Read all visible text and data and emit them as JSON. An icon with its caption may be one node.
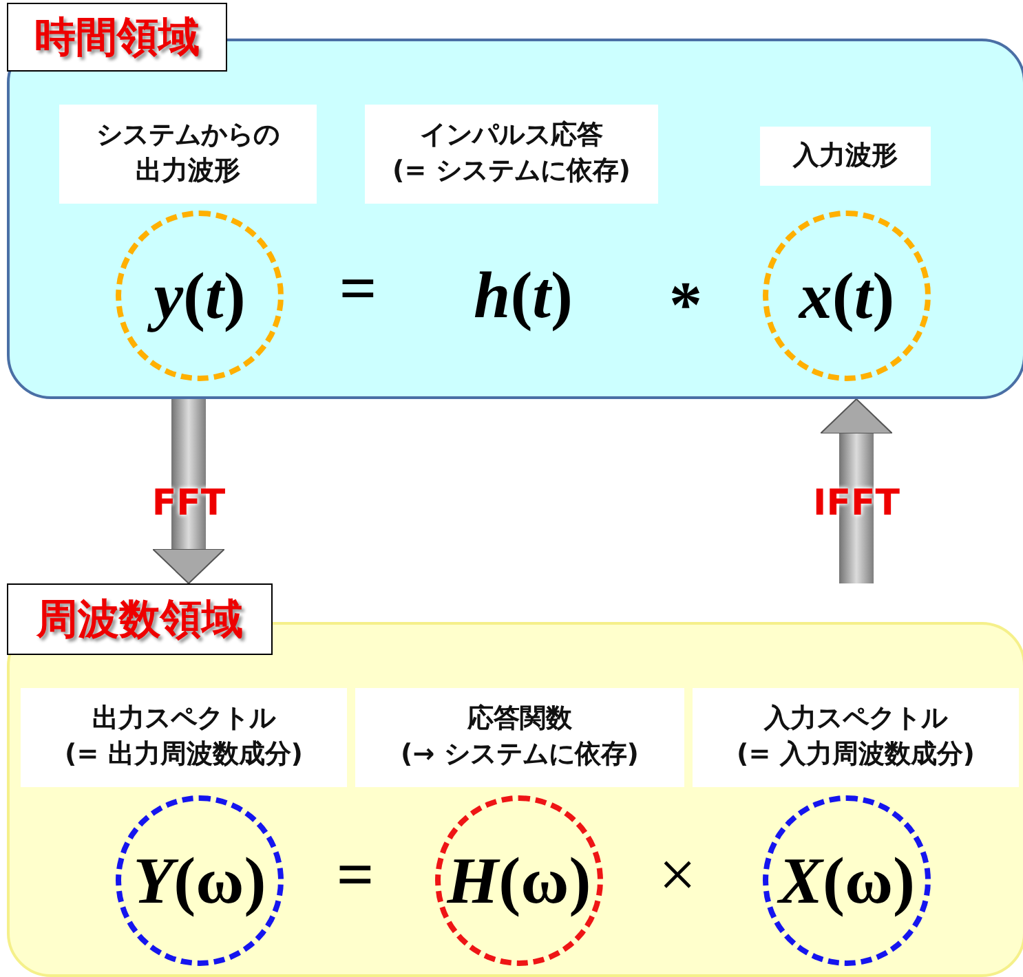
{
  "diagram": {
    "nodes": [
      {
        "text": [
          "時間領域"
        ]
      },
      {
        "text": [
          "システムからの出力波形"
        ],
        "in": 0
      },
      {
        "text": [
          "インパルス応答(= システムに依存)"
        ],
        "in": 0
      },
      {
        "text": [
          "入力波形"
        ],
        "in": 0
      },
      {
        "text": [
          "*y*(*t*)"
        ],
        "in": 0
      },
      {
        "text": [
          "*x*(*t*)"
        ],
        "in": 0
      },
      {
        "text": [
          "周波数領域"
        ]
      },
      {
        "text": [
          "出力スペクトル(= 出力周波数成分)"
        ],
        "in": 6
      },
      {
        "text": [
          "応答関数(→ システムに依存)"
        ],
        "in": 6
      },
      {
        "text": [
          "入力スペクトル(= 入力周波数成分)"
        ],
        "in": 6
      },
      {
        "text": [
          "*Y*(ω)"
        ],
        "in": 6
      },
      {
        "text": [
          "*H*(ω)"
        ],
        "in": 6
      },
      {
        "text": [
          "*X*(ω)"
        ],
        "in": 6
      }
    ],
    "edges": [
      {
        "from": 0,
        "to": 6,
        "arrow": "to",
        "label": "FFT"
      },
      {
        "from": 6,
        "to": 0,
        "arrow": "to",
        "label": "IFFT"
      }
    ],
    "labels": [
      "=",
      "*h*(*t*)",
      "*",
      "=",
      "×"
    ]
  }
}
